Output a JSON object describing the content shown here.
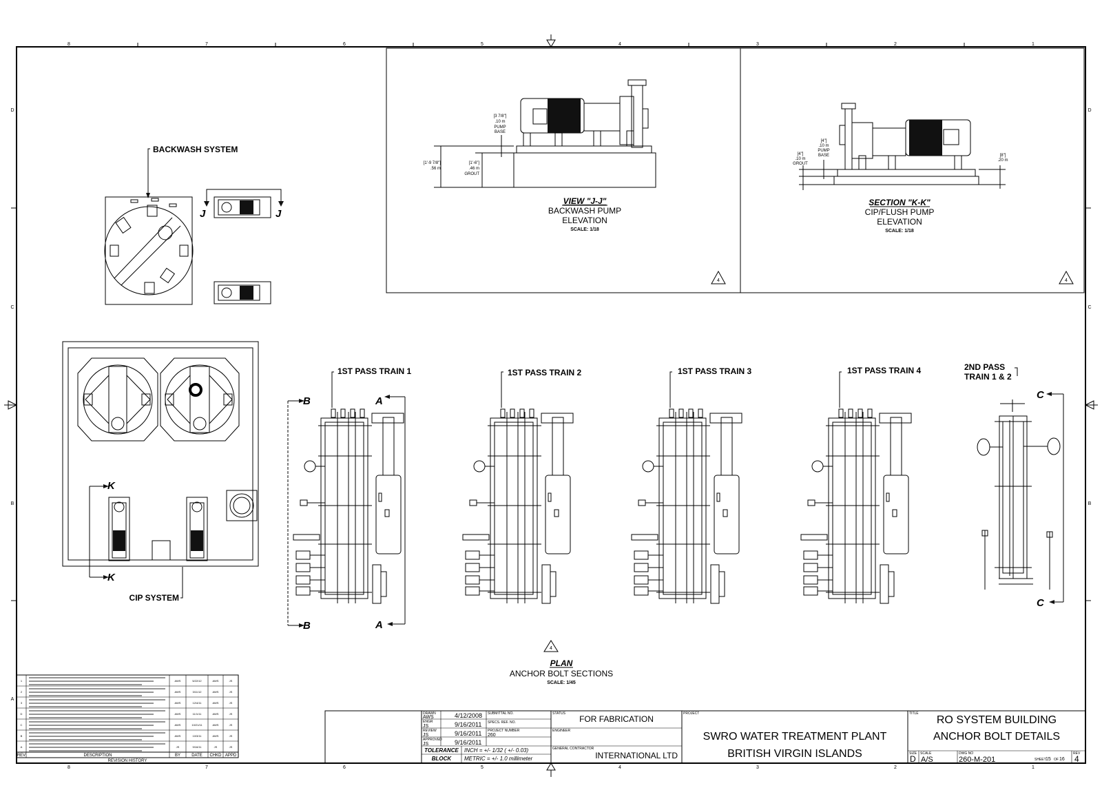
{
  "border": {
    "columns_top": [
      "8",
      "7",
      "6",
      "5",
      "4",
      "3",
      "2",
      "1"
    ],
    "columns_bottom": [
      "8",
      "7",
      "6",
      "5",
      "4",
      "3",
      "2",
      "1"
    ],
    "rows_left": [
      "D",
      "C",
      "B",
      "A"
    ],
    "rows_right": [
      "D",
      "C",
      "B"
    ]
  },
  "backwash": {
    "label": "BACKWASH SYSTEM",
    "section_left": "J",
    "section_right": "J"
  },
  "cip": {
    "label": "CIP SYSTEM",
    "section_top": "K",
    "section_bottom": "K"
  },
  "view_jj": {
    "title": "VIEW \"J-J\"",
    "line1": "BACKWASH PUMP",
    "line2": "ELEVATION",
    "scale": "SCALE: 1/18",
    "dim_base_in": "[3 7/8\"]",
    "dim_base_m": ".10 m",
    "dim_base_l1": "PUMP",
    "dim_base_l2": "BASE",
    "dim_total_in": "[1'-9 7/8\"]",
    "dim_total_m": ".56 m",
    "dim_grout_in": "[1'-6\"]",
    "dim_grout_m": ".46 m",
    "dim_grout_l": "GROUT",
    "rev": "4"
  },
  "section_kk": {
    "title": "SECTION \"K-K\"",
    "line1": "CIP/FLUSH PUMP",
    "line2": "ELEVATION",
    "scale": "SCALE: 1/18",
    "dim_base_in": "[4\"]",
    "dim_base_m": ".10 m",
    "dim_base_l1": "PUMP",
    "dim_base_l2": "BASE",
    "dim_grout_in": "[4\"]",
    "dim_grout_m": ".10 m",
    "dim_grout_l": "GROUT",
    "dim_right_in": "[8\"]",
    "dim_right_m": ".20 m",
    "rev": "4"
  },
  "trains": [
    {
      "label": "1ST PASS TRAIN 1"
    },
    {
      "label": "1ST PASS TRAIN 2"
    },
    {
      "label": "1ST PASS TRAIN 3"
    },
    {
      "label": "1ST PASS TRAIN 4"
    }
  ],
  "train_sections": {
    "b1": "B",
    "b2": "B",
    "a1": "A",
    "a2": "A"
  },
  "second_pass": {
    "line1": "2ND PASS",
    "line2": "TRAIN 1 & 2",
    "c1": "C",
    "c2": "C"
  },
  "plan": {
    "title": "PLAN",
    "line1": "ANCHOR BOLT SECTIONS",
    "scale": "SCALE: 1/45",
    "rev": "4"
  },
  "revision_history": {
    "headers": [
      "REV",
      "DESCRIPTION",
      "BY",
      "DATE",
      "CHKD",
      "APPD"
    ],
    "caption": "REVISION HISTORY",
    "rows": [
      {
        "rev": "1",
        "by": "AWS",
        "date": "5/22/12",
        "chkd": "AWS",
        "appd": "JS"
      },
      {
        "rev": "2",
        "by": "AWS",
        "date": "3/11/12",
        "chkd": "AWS",
        "appd": "JS"
      },
      {
        "rev": "3",
        "by": "AWS",
        "date": "12/4/11",
        "chkd": "AWS",
        "appd": "JS"
      },
      {
        "rev": "D",
        "by": "AWS",
        "date": "11/1/11",
        "chkd": "AWS",
        "appd": "JS"
      },
      {
        "rev": "C",
        "by": "AWS",
        "date": "10/21/11",
        "chkd": "AWS",
        "appd": "JS"
      },
      {
        "rev": "B",
        "by": "AWS",
        "date": "10/3/11",
        "chkd": "AWS",
        "appd": "JS"
      },
      {
        "rev": "A",
        "by": "JS",
        "date": "9/16/11",
        "chkd": "JS",
        "appd": "JS"
      }
    ]
  },
  "title_block": {
    "drawn_label": "DRAWN",
    "drawn_by": "AWS",
    "drawn_date": "4/12/2008",
    "engr_label": "ENGR",
    "engr_by": "JS",
    "engr_date": "9/16/2011",
    "review_label": "REVIEW",
    "review_by": "JS",
    "review_date": "9/16/2011",
    "approved_label": "APPROVED",
    "approved_by": "JS",
    "approved_date": "9/16/2011",
    "submittal_label": "SUBMITTAL NO.",
    "spec_label": "SPECS. REF. NO.",
    "project_number_label": "PROJECT NUMBER",
    "project_number": "260",
    "tolerance_1": "TOLERANCE",
    "tolerance_2": "BLOCK",
    "tol_inch": "INCH = +/- 1/32 ( +/- 0.03)",
    "tol_metric": "METRIC = +/- 1.0 millimeter",
    "status_label": "STATUS",
    "status": "FOR FABRICATION",
    "engineer_label": "ENGINEER",
    "gc_label": "GENERAL CONTRACTOR",
    "gc": "INTERNATIONAL LTD",
    "project_label": "PROJECT",
    "project_1": "SWRO WATER TREATMENT PLANT",
    "project_2": "BRITISH VIRGIN ISLANDS",
    "title_label": "TITLE",
    "title_1": "RO SYSTEM BUILDING",
    "title_2": "ANCHOR BOLT DETAILS",
    "size_label": "SIZE",
    "size": "D",
    "scale_label": "SCALE",
    "scale": "A/S",
    "dwg_label": "DWG NO",
    "dwg_no": "260-M-201",
    "sheet_label": "SHEET",
    "sheet_no": "15",
    "of_label": "OF",
    "sheet_total": "16",
    "rev_label": "REV",
    "rev": "4"
  }
}
